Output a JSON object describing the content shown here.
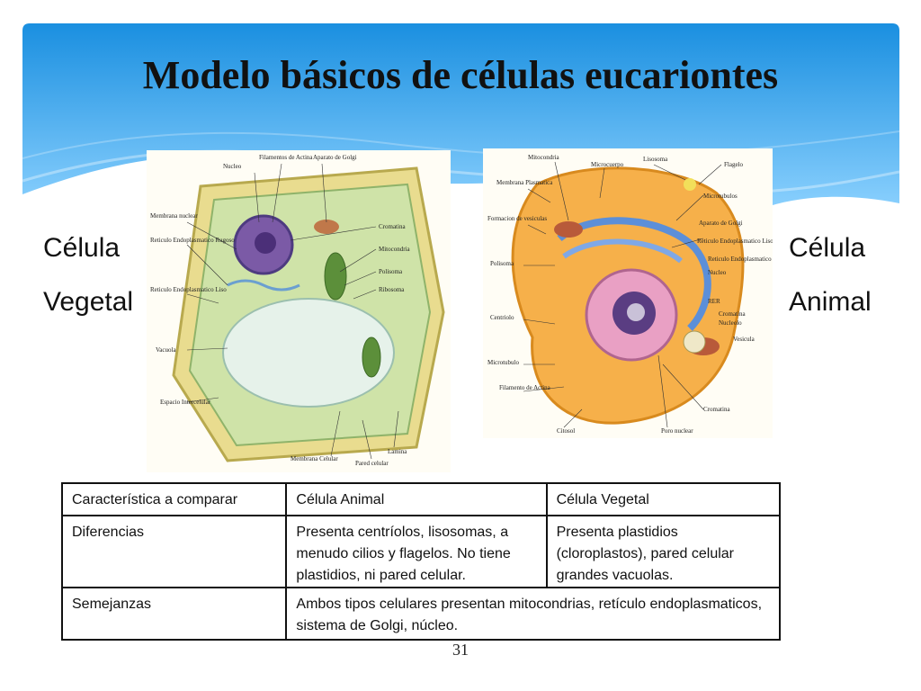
{
  "slide": {
    "title": "Modelo básicos  de células eucariontes",
    "left_label": [
      "Célula",
      "Vegetal"
    ],
    "right_label": [
      "Célula",
      "Animal"
    ],
    "page_number": "31",
    "colors": {
      "banner_top": "#1a8fe0",
      "banner_bottom": "#8fd3ff"
    }
  },
  "plant_cell": {
    "labels": [
      "Nucleo",
      "Filamentos de Actina",
      "Aparato de Golgi",
      "Membrana nuclear",
      "Reticulo Endoplasmatico Rugoso",
      "Reticulo Endoplasmatico Liso",
      "Cromatina",
      "Mitocondria",
      "Polisoma",
      "Ribosoma",
      "Vacuola",
      "Espacio Intercelular",
      "Membrana Celular",
      "Pared celular",
      "Lamina"
    ]
  },
  "animal_cell": {
    "labels": [
      "Mitocondria",
      "Lisosoma",
      "Microcuerpo",
      "Flagelo",
      "Membrana Plasmatica",
      "Microtubulos",
      "Formacion de vesiculas",
      "Aparato de Golgi",
      "Reticulo Endoplasmatico Liso",
      "Polisoma",
      "Reticulo Endoplasmatico Rugoso",
      "Nucleo",
      "RER",
      "Centriolo",
      "Cromatina",
      "Nucleolo",
      "Vesicula",
      "Microtubulo",
      "Filamento de Actina",
      "Citosol",
      "Poro nuclear",
      "Cromatina"
    ]
  },
  "table": {
    "headers": [
      "Característica a comparar",
      "Célula Animal",
      "Célula Vegetal"
    ],
    "rows": [
      {
        "label": "Diferencias",
        "animal": "Presenta centríolos, lisosomas, a menudo cilios y flagelos. No tiene plastidios, ni pared celular.",
        "vegetal": "Presenta plastidios (cloroplastos), pared celular grandes vacuolas."
      },
      {
        "label": "Semejanzas",
        "shared": "Ambos tipos celulares presentan mitocondrias, retículo endoplasmaticos, sistema de Golgi, núcleo."
      }
    ]
  }
}
